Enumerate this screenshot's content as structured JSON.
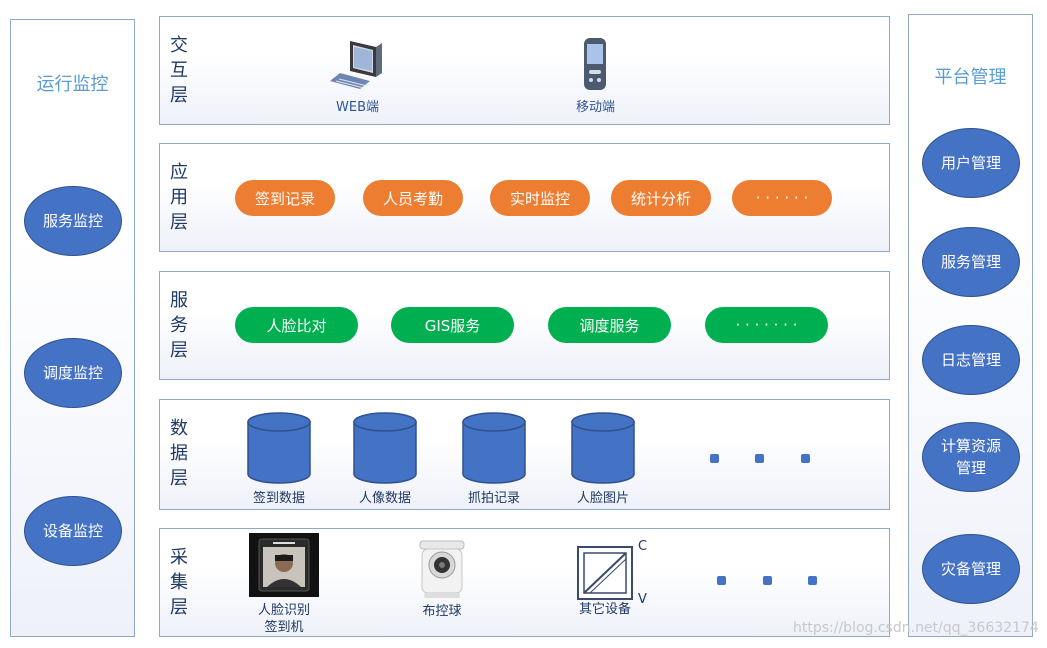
{
  "left_panel": {
    "title": "运行监控",
    "items": [
      "服务监控",
      "调度监控",
      "设备监控"
    ]
  },
  "right_panel": {
    "title": "平台管理",
    "items": [
      "用户管理",
      "服务管理",
      "日志管理",
      "计算资源\n管理",
      "灾备管理"
    ]
  },
  "layers": {
    "interaction": {
      "label": "交\n互\n层",
      "items": [
        {
          "caption": "WEB端",
          "icon": "computer-icon"
        },
        {
          "caption": "移动端",
          "icon": "mobile-phone-icon"
        }
      ]
    },
    "application": {
      "label": "应\n用\n层",
      "items": [
        "签到记录",
        "人员考勤",
        "实时监控",
        "统计分析",
        "· · · · · ·"
      ]
    },
    "service": {
      "label": "服\n务\n层",
      "items": [
        "人脸比对",
        "GIS服务",
        "调度服务",
        "· · · · · · ·"
      ]
    },
    "data": {
      "label": "数\n据\n层",
      "items": [
        "签到数据",
        "人像数据",
        "抓拍记录",
        "人脸图片"
      ]
    },
    "collection": {
      "label": "采\n集\n层",
      "items": [
        {
          "caption": "人脸识别\n签到机",
          "icon": "face-recognition-terminal-icon"
        },
        {
          "caption": "布控球",
          "icon": "dome-camera-icon"
        },
        {
          "caption": "其它设备",
          "icon": "other-device-icon"
        }
      ],
      "device_side_labels": [
        "C",
        "V"
      ]
    }
  },
  "colors": {
    "primary_blue": "#4472c4",
    "app_orange": "#ed7d31",
    "service_green": "#00b050",
    "border": "#8fa9c9"
  },
  "watermark": "https://blog.csdn.net/qq_36632174"
}
